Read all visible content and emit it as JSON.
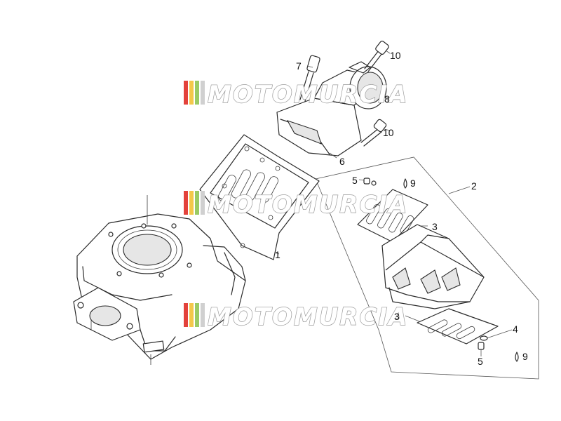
{
  "watermark": {
    "text": "MOTOMURCIA",
    "stripe_colors": [
      "#e3423b",
      "#f3c84a",
      "#9acb64",
      "#d0d0d0"
    ]
  },
  "callouts": {
    "c1": "1",
    "c2": "2",
    "c3a": "3",
    "c3b": "3",
    "c4": "4",
    "c5a": "5",
    "c5b": "5",
    "c6": "6",
    "c7": "7",
    "c8": "8",
    "c9a": "9",
    "c9b": "9",
    "c10a": "10",
    "c10b": "10"
  },
  "icons": {
    "grease": "grease-drop-icon"
  }
}
